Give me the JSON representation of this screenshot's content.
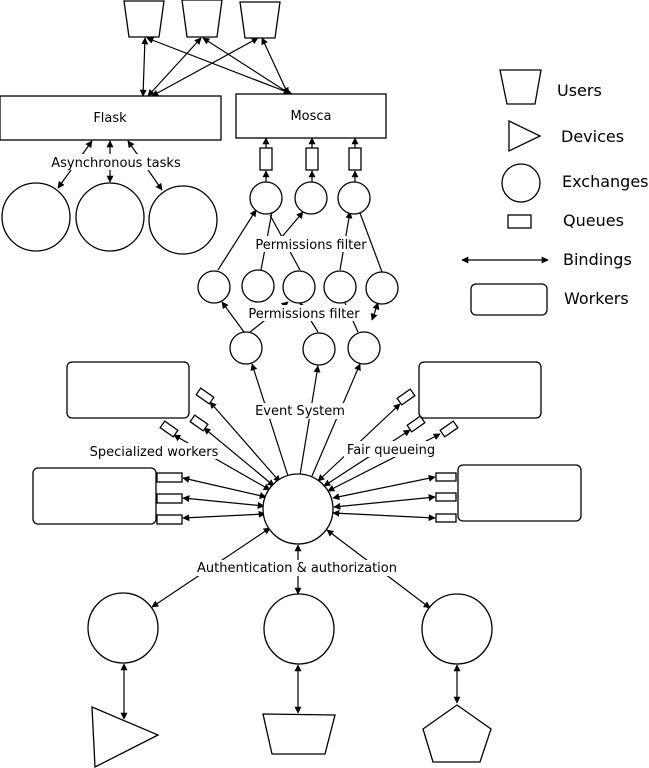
{
  "nodes": {
    "flask": "Flask",
    "mosca": "Mosca"
  },
  "labels": {
    "async_tasks": "Asynchronous tasks",
    "permissions_filter_1": "Permissions filter",
    "permissions_filter_2": "Permissions filter",
    "event_system": "Event System",
    "specialized_workers": "Specialized workers",
    "fair_queueing": "Fair queueing",
    "auth": "Authentication & authorization"
  },
  "legend": {
    "users": "Users",
    "devices": "Devices",
    "exchanges": "Exchanges",
    "queues": "Queues",
    "bindings": "Bindings",
    "workers": "Workers"
  }
}
